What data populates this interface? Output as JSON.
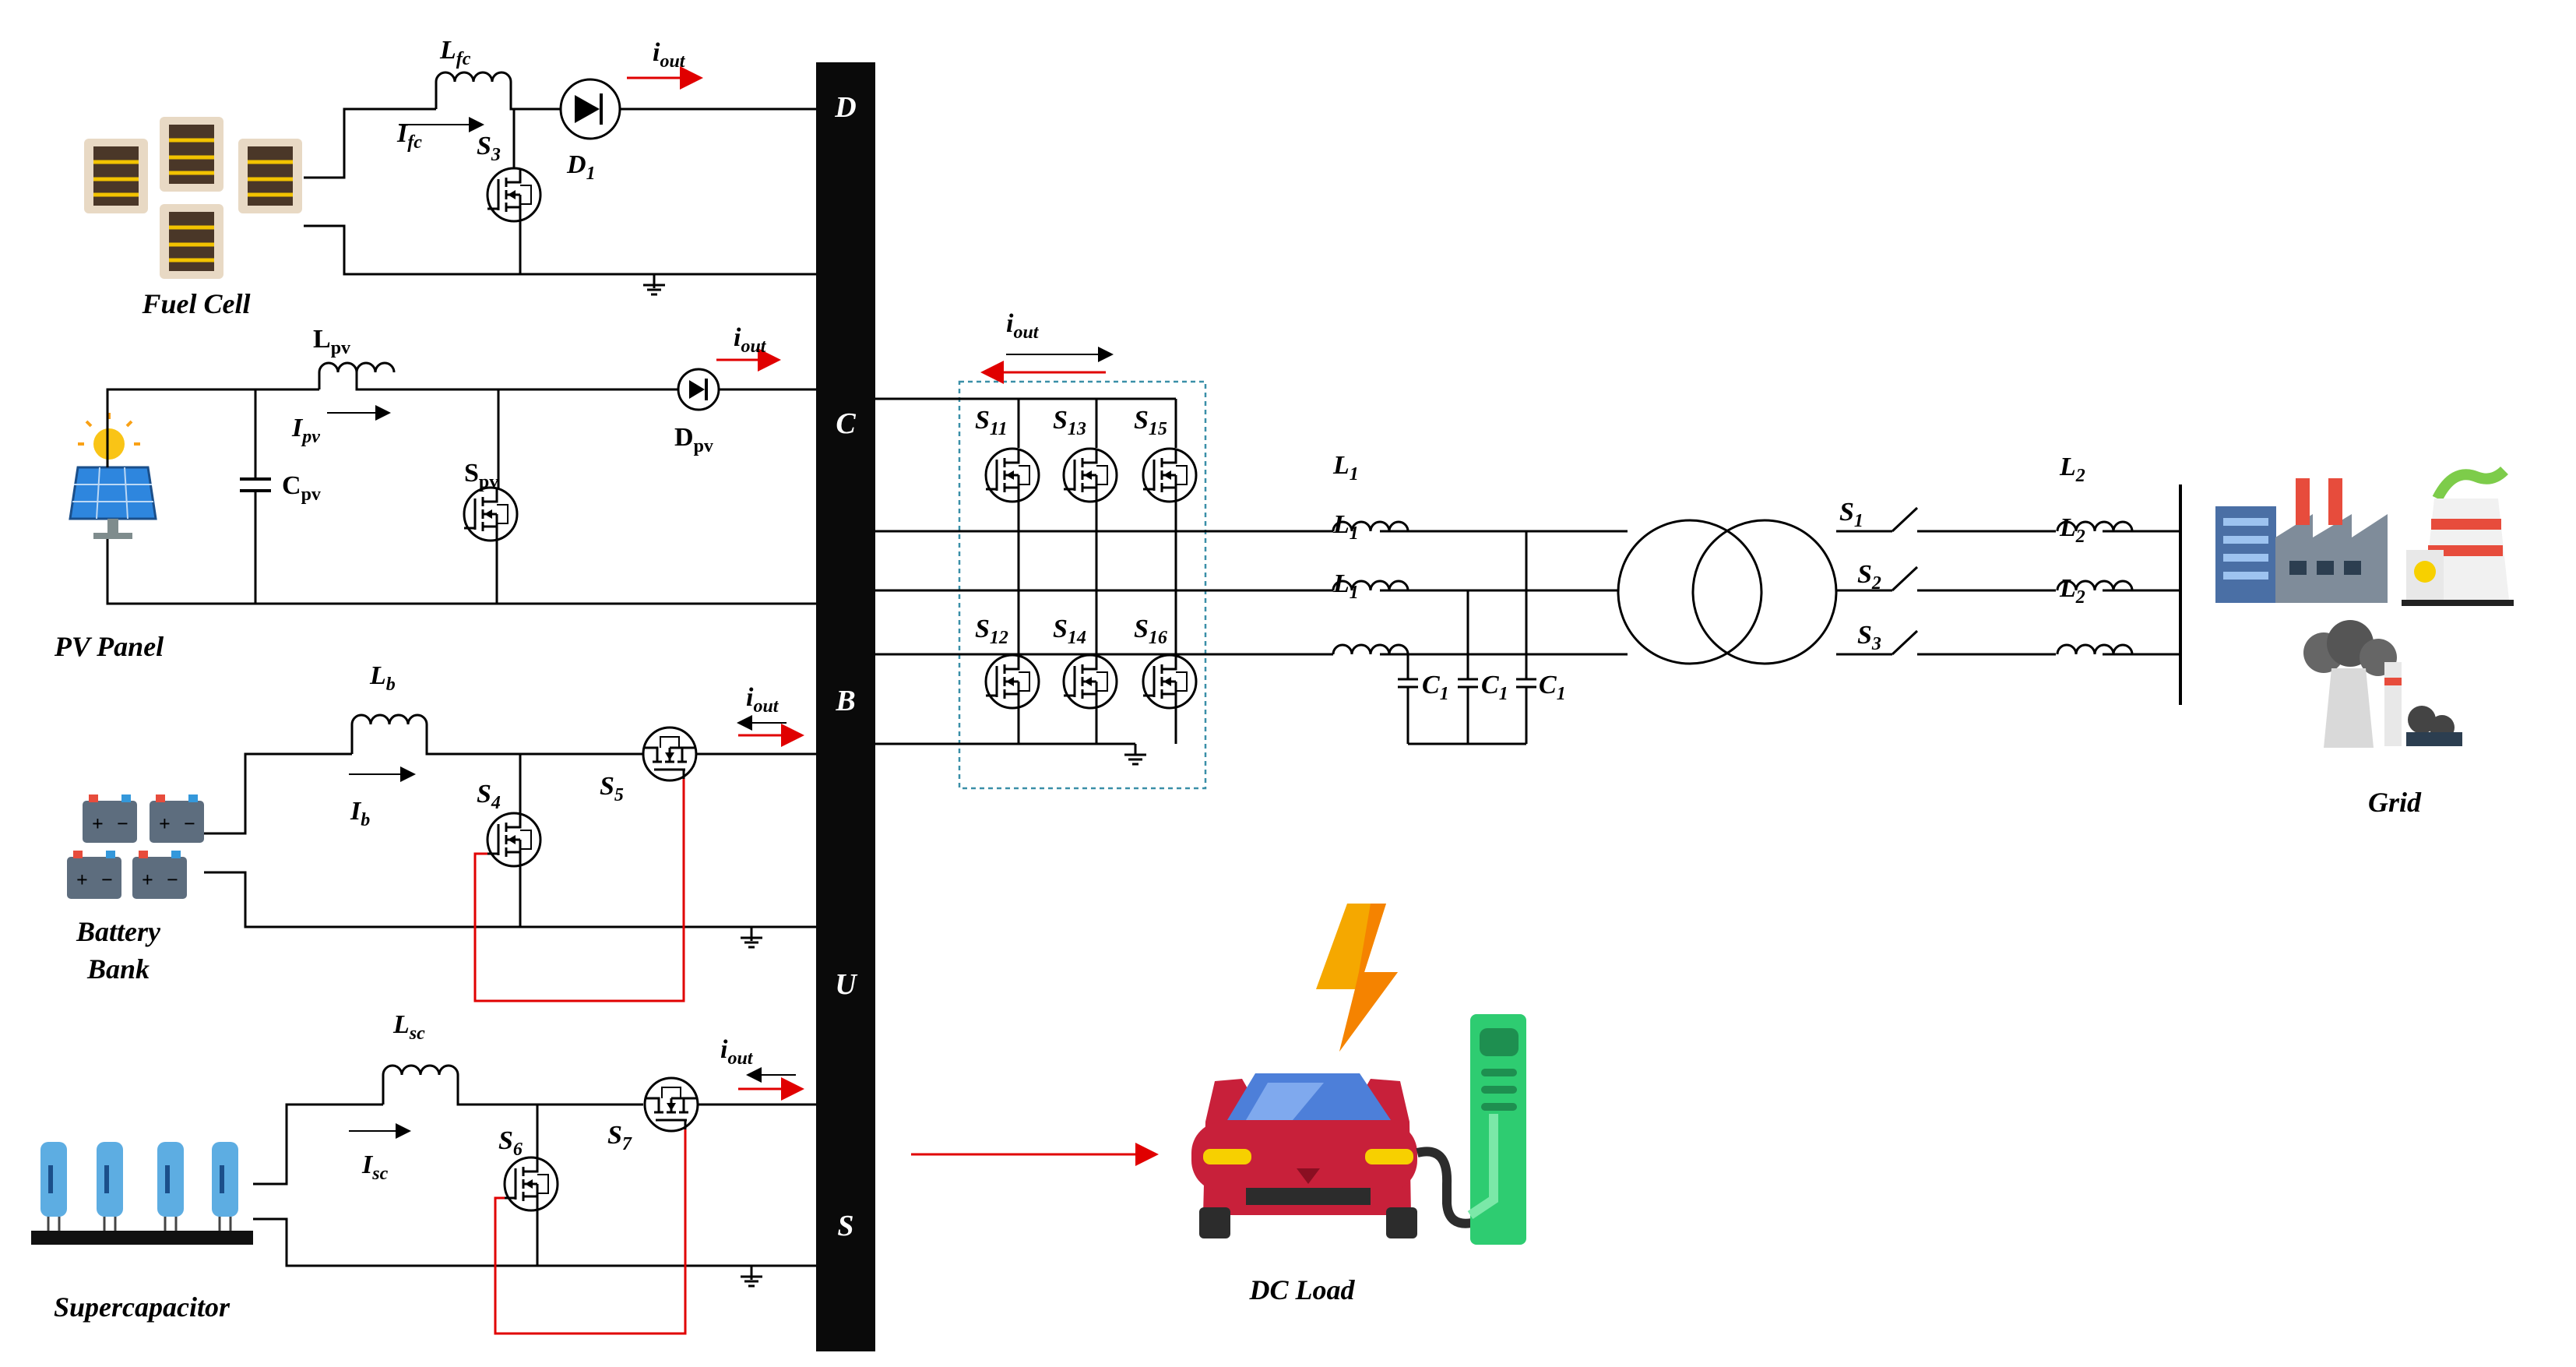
{
  "sources": {
    "fuel_cell": "Fuel Cell",
    "pv_panel": "PV Panel",
    "battery_line1": "Battery",
    "battery_line2": "Bank",
    "supercapacitor": "Supercapacitor"
  },
  "bus_letters": [
    "D",
    "C",
    "B",
    "U",
    "S"
  ],
  "loads": {
    "dc_load": "DC Load",
    "grid": "Grid"
  },
  "fc": {
    "L": "L",
    "L_sub": "fc",
    "I": "I",
    "I_sub": "fc",
    "S": "S",
    "S_sub": "3",
    "D": "D",
    "D_sub": "1",
    "iout": "i",
    "iout_sub": "out"
  },
  "pv": {
    "L": "L",
    "L_sub": "pv",
    "I": "I",
    "I_sub": "pv",
    "C": "C",
    "C_sub": "pv",
    "S": "S",
    "S_sub": "pv",
    "D": "D",
    "D_sub": "pv",
    "iout": "i",
    "iout_sub": "out"
  },
  "bat": {
    "L": "L",
    "L_sub": "b",
    "I": "I",
    "I_sub": "b",
    "S4": "S",
    "S4_sub": "4",
    "S5": "S",
    "S5_sub": "5",
    "iout": "i",
    "iout_sub": "out"
  },
  "sc": {
    "L": "L",
    "L_sub": "sc",
    "I": "I",
    "I_sub": "sc",
    "S6": "S",
    "S6_sub": "6",
    "S7": "S",
    "S7_sub": "7",
    "iout": "i",
    "iout_sub": "out"
  },
  "inverter": {
    "iout": "i",
    "iout_sub": "out",
    "s11": "S",
    "s11_sub": "11",
    "s13": "S",
    "s13_sub": "13",
    "s15": "S",
    "s15_sub": "15",
    "s12": "S",
    "s12_sub": "12",
    "s14": "S",
    "s14_sub": "14",
    "s16": "S",
    "s16_sub": "16"
  },
  "filter": {
    "L1": "L",
    "L1_sub": "1",
    "C1": "C",
    "C1_sub": "1",
    "L2": "L",
    "L2_sub": "2",
    "S1": "S",
    "S1_sub": "1",
    "S2": "S",
    "S2_sub": "2",
    "S3": "S",
    "S3_sub": "3"
  },
  "colors": {
    "wire": "#000000",
    "control": "#e00000",
    "bus": "#0a0a0a",
    "inverter_box": "#3a8fa8",
    "lightning": "#f5a800",
    "car_body": "#c8203a",
    "charger": "#2ecc71",
    "battery_cell": "#5d6d7e",
    "supercap_cell": "#5dade2",
    "solar_panel": "#2e86de"
  }
}
